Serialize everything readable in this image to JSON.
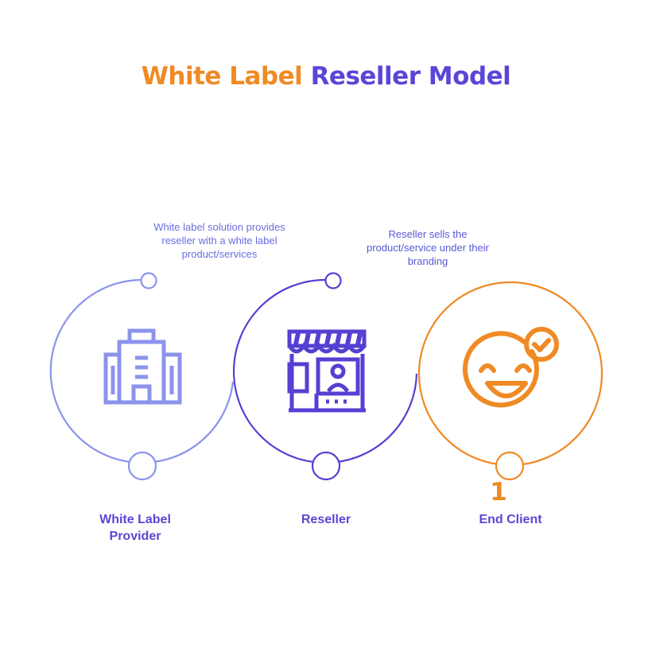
{
  "title": {
    "part1": "White Label",
    "part2": "Reseller Model"
  },
  "notes": [
    "White label solution provides reseller with a white label product/services",
    "Reseller sells the product/service under their branding"
  ],
  "nodes": [
    {
      "label": "White Label Provider",
      "icon": "office-building-icon",
      "color": "#8b93ec"
    },
    {
      "label": "Reseller",
      "icon": "storefront-icon",
      "color": "#5540d3"
    },
    {
      "label": "End Client",
      "icon": "happy-face-check-icon",
      "color": "#f08a24"
    }
  ],
  "end_marker": "1",
  "colors": {
    "orange": "#f08a24",
    "purple": "#5540d3",
    "lavender": "#8b93ec"
  }
}
